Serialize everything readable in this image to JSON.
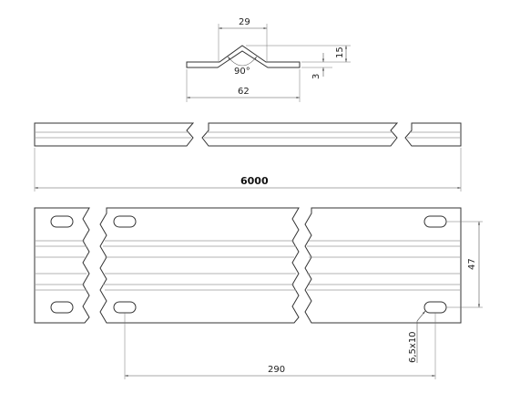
{
  "profile": {
    "width_top": "29",
    "height": "15",
    "thickness": "3",
    "angle": "90°",
    "width_total": "62"
  },
  "length": {
    "total": "6000"
  },
  "plan": {
    "slot_spacing_vertical": "47",
    "slot_size": "6,5x10",
    "slot_spacing_horizontal": "290"
  }
}
